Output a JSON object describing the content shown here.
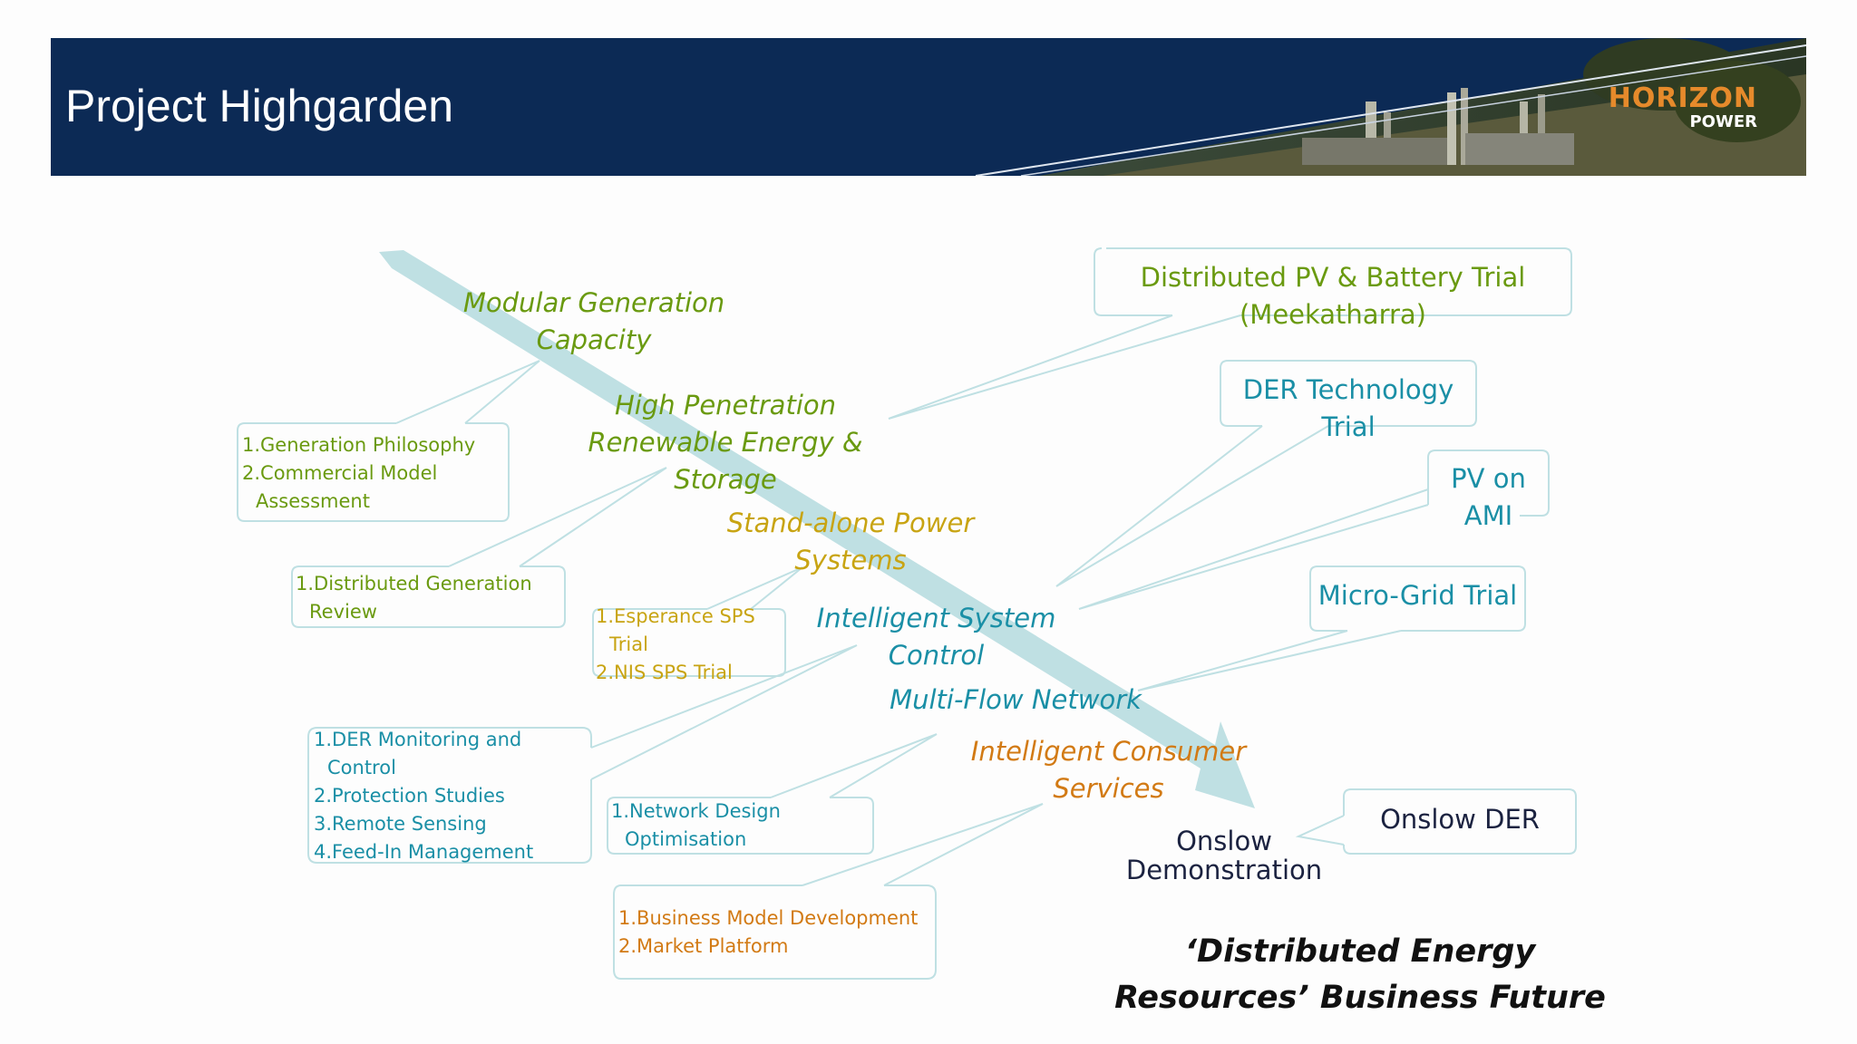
{
  "header": {
    "title": "Project Highgarden",
    "logo_top": "HORIZON",
    "logo_bottom": "POWER"
  },
  "themes": {
    "modular": [
      "Modular Generation",
      "Capacity"
    ],
    "high_penetration": [
      "High Penetration",
      "Renewable Energy &",
      "Storage"
    ],
    "standalone": [
      "Stand-alone Power",
      "Systems"
    ],
    "intelligent_control": [
      "Intelligent System",
      "Control"
    ],
    "multiflow": "Multi-Flow Network",
    "consumer": [
      "Intelligent Consumer",
      "Services"
    ]
  },
  "lists": {
    "generation": [
      "1.Generation Philosophy",
      "2.Commercial Model",
      "Assessment"
    ],
    "distributed_generation": [
      "1.Distributed Generation",
      "Review"
    ],
    "sps": [
      "1.Esperance SPS",
      "Trial",
      "2.NIS SPS Trial"
    ],
    "der_monitoring": [
      "1.DER Monitoring and",
      "Control",
      "2.Protection Studies",
      "3.Remote Sensing",
      "4.Feed-In Management"
    ],
    "network_design": [
      "1.Network Design",
      "Optimisation"
    ],
    "business": [
      "1.Business Model Development",
      "2.Market Platform"
    ]
  },
  "trials": {
    "pv_battery": [
      "Distributed PV & Battery Trial",
      "(Meekatharra)"
    ],
    "der_tech": [
      "DER Technology",
      "Trial"
    ],
    "pv_ami": [
      "PV on",
      "AMI"
    ],
    "microgrid": "Micro-Grid Trial",
    "onslow_der": "Onslow DER"
  },
  "onslow_demo": [
    "Onslow",
    "Demonstration"
  ],
  "future": [
    "‘Distributed Energy",
    "Resources’ Business Future"
  ],
  "colors": {
    "header_bg": "#0c2a55",
    "arrow": "#bfe0e3",
    "box_border": "#bfe0e3",
    "green": "#6a9a10",
    "yellow": "#c8a412",
    "teal": "#1a8fa6",
    "orange": "#d27a14",
    "navy": "#1b2240",
    "logo_orange": "#e68a2b"
  }
}
